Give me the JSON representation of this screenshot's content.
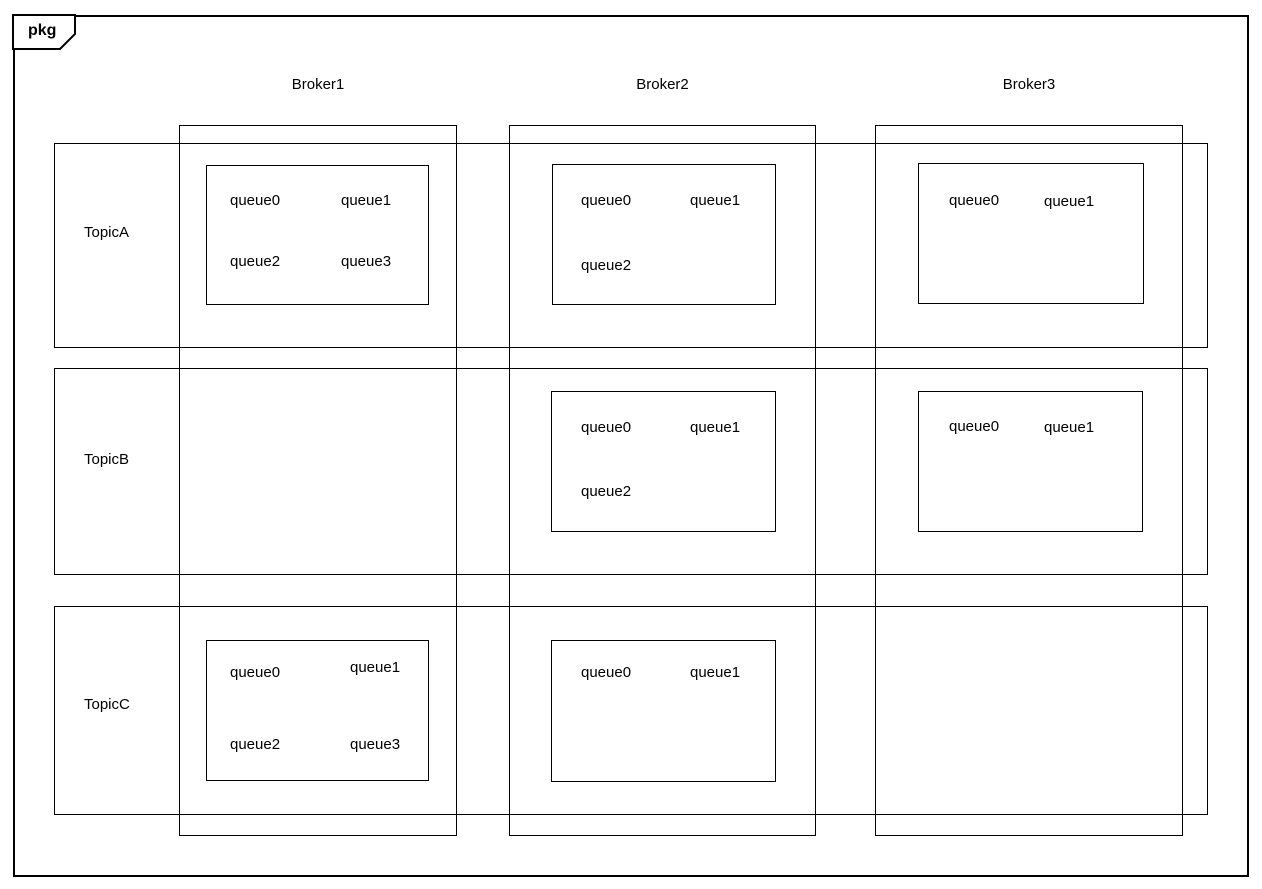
{
  "package": {
    "tab_label": "pkg"
  },
  "brokers": [
    {
      "label": "Broker1"
    },
    {
      "label": "Broker2"
    },
    {
      "label": "Broker3"
    }
  ],
  "topics": [
    {
      "label": "TopicA"
    },
    {
      "label": "TopicB"
    },
    {
      "label": "TopicC"
    }
  ],
  "queue_boxes": [
    {
      "broker": "Broker1",
      "topic": "TopicA",
      "queues": [
        "queue0",
        "queue1",
        "queue2",
        "queue3"
      ]
    },
    {
      "broker": "Broker2",
      "topic": "TopicA",
      "queues": [
        "queue0",
        "queue1",
        "queue2"
      ]
    },
    {
      "broker": "Broker3",
      "topic": "TopicA",
      "queues": [
        "queue0",
        "queue1"
      ]
    },
    {
      "broker": "Broker2",
      "topic": "TopicB",
      "queues": [
        "queue0",
        "queue1",
        "queue2"
      ]
    },
    {
      "broker": "Broker3",
      "topic": "TopicB",
      "queues": [
        "queue0",
        "queue1"
      ]
    },
    {
      "broker": "Broker1",
      "topic": "TopicC",
      "queues": [
        "queue0",
        "queue1",
        "queue2",
        "queue3"
      ]
    },
    {
      "broker": "Broker2",
      "topic": "TopicC",
      "queues": [
        "queue0",
        "queue1"
      ]
    }
  ],
  "colors": {
    "line": "#000000",
    "background": "#ffffff",
    "text": "#000000"
  }
}
